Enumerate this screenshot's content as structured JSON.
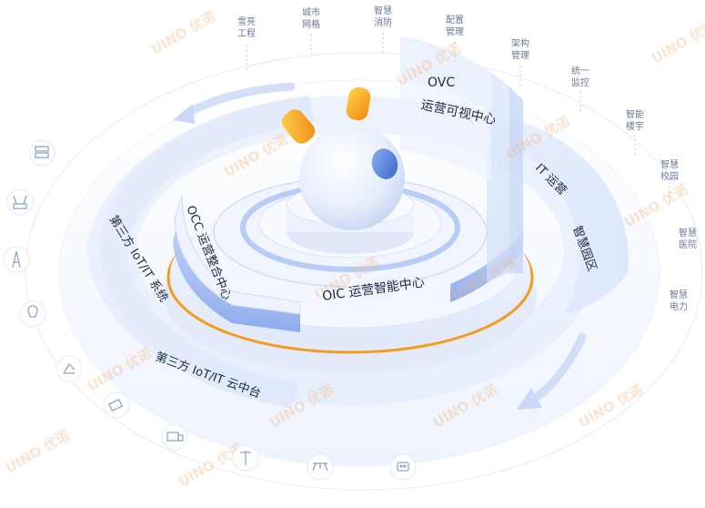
{
  "top_labels": [
    {
      "id": "snow",
      "text": "雪亮\n工程"
    },
    {
      "id": "city",
      "text": "城市\n网格"
    },
    {
      "id": "fire",
      "text": "智慧\n消防"
    },
    {
      "id": "config",
      "text": "配置\n管理"
    },
    {
      "id": "arch",
      "text": "架构\n管理"
    },
    {
      "id": "monitor",
      "text": "统一\n监控"
    }
  ],
  "right_labels": [
    {
      "id": "building",
      "text": "智能\n楼宇"
    },
    {
      "id": "campus",
      "text": "智慧\n校园"
    },
    {
      "id": "hospital",
      "text": "智慧\n医院"
    },
    {
      "id": "power",
      "text": "智慧\n电力"
    }
  ],
  "rings": {
    "ovc": {
      "line1": "OVC",
      "line2": "运营可视中心"
    },
    "occ": "OCC 运营整合中心",
    "oic": "OIC 运营智能中心",
    "it_ops": "IT 运营",
    "smart_park": "智慧园区",
    "third_iot_system": "第三方 IoT/IT 系统",
    "third_iot_cloud": "第三方 IoT/IT 云中台"
  },
  "watermark": {
    "brand": "UINO",
    "cn": "优诺"
  },
  "left_icons": [
    "server-icon",
    "router-icon",
    "tower-icon",
    "bulb-icon",
    "robot-arm-icon",
    "camera-icon",
    "truck-icon",
    "lamp-post-icon",
    "drone-icon",
    "robot-icon"
  ],
  "colors": {
    "accent": "#f39c1f",
    "blue": "#4b79e0",
    "ring": "#dce6fb",
    "text": "#1d2840"
  }
}
